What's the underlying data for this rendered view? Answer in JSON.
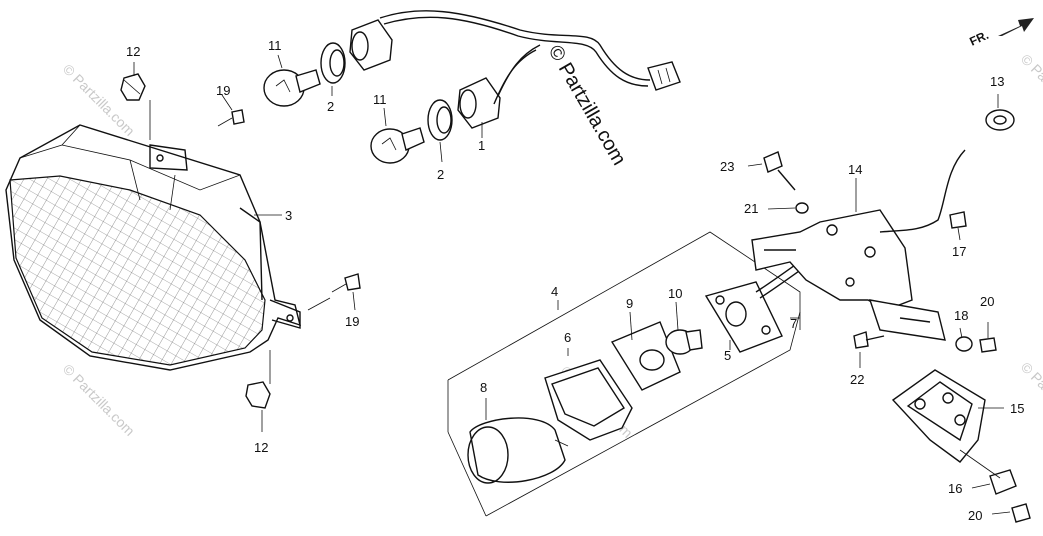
{
  "diagram": {
    "copyright": "© Partzilla.com",
    "watermark": "© Partzilla.com",
    "direction_label": "FR.",
    "callouts": {
      "c1": "1",
      "c2a": "2",
      "c2b": "2",
      "c3": "3",
      "c4": "4",
      "c5": "5",
      "c6": "6",
      "c7": "7",
      "c8": "8",
      "c9": "9",
      "c10": "10",
      "c11a": "11",
      "c11b": "11",
      "c12a": "12",
      "c12b": "12",
      "c13": "13",
      "c14": "14",
      "c15": "15",
      "c16": "16",
      "c17": "17",
      "c18": "18",
      "c19a": "19",
      "c19b": "19",
      "c20a": "20",
      "c20b": "20",
      "c21": "21",
      "c22": "22",
      "c23": "23"
    }
  }
}
